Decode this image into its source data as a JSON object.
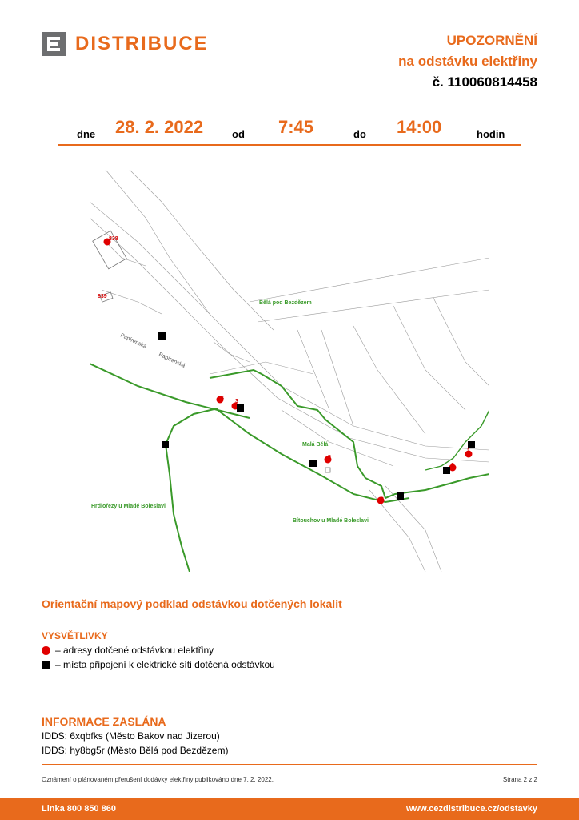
{
  "header": {
    "brand": "DISTRIBUCE",
    "notice_line1": "UPOZORNĚNÍ",
    "notice_line2": "na odstávku elektřiny",
    "notice_number": "č. 110060814458"
  },
  "outage": {
    "label_day": "dne",
    "date": "28. 2. 2022",
    "label_from": "od",
    "time_from": "7:45",
    "label_to": "do",
    "time_to": "14:00",
    "label_hours": "hodin"
  },
  "map": {
    "labels": {
      "bela": "Bělá pod Bezdězem",
      "mala_bela": "Malá Bělá",
      "hrdlorezy": "Hrdlořezy u Mladé Boleslavi",
      "bitouchov": "Bítouchov u Mladé Boleslavi",
      "street1": "Papírenská",
      "street2": "Papírenská"
    },
    "numbers": [
      "838",
      "839",
      "4",
      "3",
      "5",
      "6",
      "2",
      "1"
    ]
  },
  "caption": "Orientační mapový podklad odstávkou dotčených lokalit",
  "legend": {
    "title": "VYSVĚTLIVKY",
    "addresses": "– adresy dotčené odstávkou elektřiny",
    "connections": "– místa připojení k elektrické síti dotčená odstávkou"
  },
  "info": {
    "title": "INFORMACE ZASLÁNA",
    "line1": "IDDS: 6xqbfks (Město Bakov nad Jizerou)",
    "line2": "IDDS: hy8bg5r (Město Bělá pod Bezdězem)"
  },
  "footnote": "Oznámení o plánovaném přerušení dodávky elektřiny publikováno dne 7. 2. 2022.",
  "page": "Strana 2 z 2",
  "footer": {
    "phone": "Linka 800 850 860",
    "url": "www.cezdistribuce.cz/odstavky"
  },
  "colors": {
    "brand_orange": "#e86a1c",
    "logo_grey": "#6d6e70",
    "boundary_green": "#3a9a2a",
    "address_red": "#e00000"
  }
}
